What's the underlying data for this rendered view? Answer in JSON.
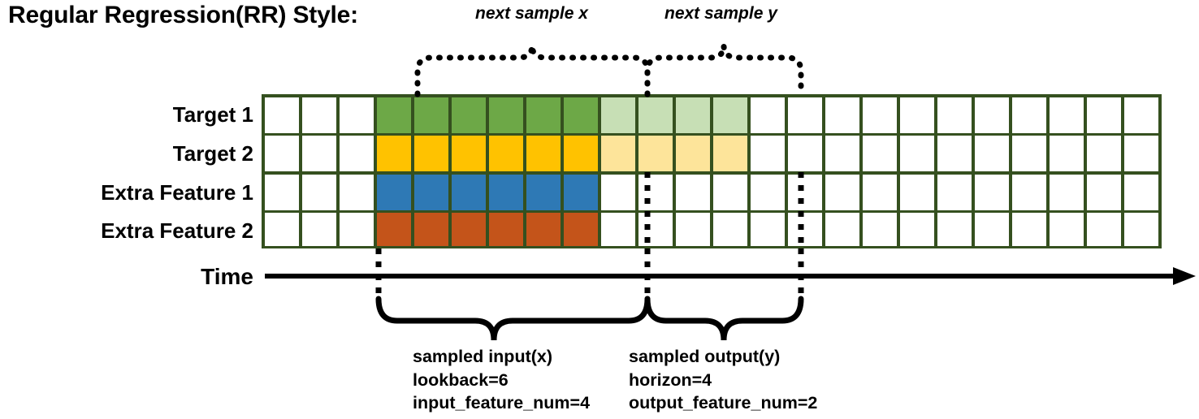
{
  "title": "Regular Regression(RR) Style:",
  "colors": {
    "grid_border": "#35501F",
    "target1": "#6DA847",
    "target1_light": "#C7DFB5",
    "target2": "#FFC200",
    "target2_light": "#FDE49A",
    "extra1": "#2E79B5",
    "extra2": "#C4541A",
    "empty": "#FFFFFF",
    "annotation": "#000000"
  },
  "grid": {
    "total_columns": 24,
    "rows": [
      {
        "label": "Target 1",
        "name": "target-1",
        "cells": [
          "empty",
          "empty",
          "empty",
          "target1",
          "target1",
          "target1",
          "target1",
          "target1",
          "target1",
          "target1_light",
          "target1_light",
          "target1_light",
          "target1_light",
          "empty",
          "empty",
          "empty",
          "empty",
          "empty",
          "empty",
          "empty",
          "empty",
          "empty",
          "empty",
          "empty"
        ]
      },
      {
        "label": "Target 2",
        "name": "target-2",
        "cells": [
          "empty",
          "empty",
          "empty",
          "target2",
          "target2",
          "target2",
          "target2",
          "target2",
          "target2",
          "target2_light",
          "target2_light",
          "target2_light",
          "target2_light",
          "empty",
          "empty",
          "empty",
          "empty",
          "empty",
          "empty",
          "empty",
          "empty",
          "empty",
          "empty",
          "empty"
        ]
      },
      {
        "label": "Extra Feature 1",
        "name": "extra-feature-1",
        "cells": [
          "empty",
          "empty",
          "empty",
          "extra1",
          "extra1",
          "extra1",
          "extra1",
          "extra1",
          "extra1",
          "empty",
          "empty",
          "empty",
          "empty",
          "empty",
          "empty",
          "empty",
          "empty",
          "empty",
          "empty",
          "empty",
          "empty",
          "empty",
          "empty",
          "empty"
        ]
      },
      {
        "label": "Extra Feature 2",
        "name": "extra-feature-2",
        "cells": [
          "empty",
          "empty",
          "empty",
          "extra2",
          "extra2",
          "extra2",
          "extra2",
          "extra2",
          "extra2",
          "empty",
          "empty",
          "empty",
          "empty",
          "empty",
          "empty",
          "empty",
          "empty",
          "empty",
          "empty",
          "empty",
          "empty",
          "empty",
          "empty",
          "empty"
        ]
      }
    ]
  },
  "time_axis": {
    "label": "Time",
    "direction": "right-arrow"
  },
  "top_annotations": [
    {
      "text": "next sample x",
      "name": "next-sample-x"
    },
    {
      "text": "next sample y",
      "name": "next-sample-y"
    }
  ],
  "bottom_annotations": [
    {
      "name": "sampled-input",
      "lines": [
        "sampled input(x)",
        "lookback=6",
        "input_feature_num=4"
      ]
    },
    {
      "name": "sampled-output",
      "lines": [
        "sampled output(y)",
        "horizon=4",
        "output_feature_num=2"
      ]
    }
  ]
}
